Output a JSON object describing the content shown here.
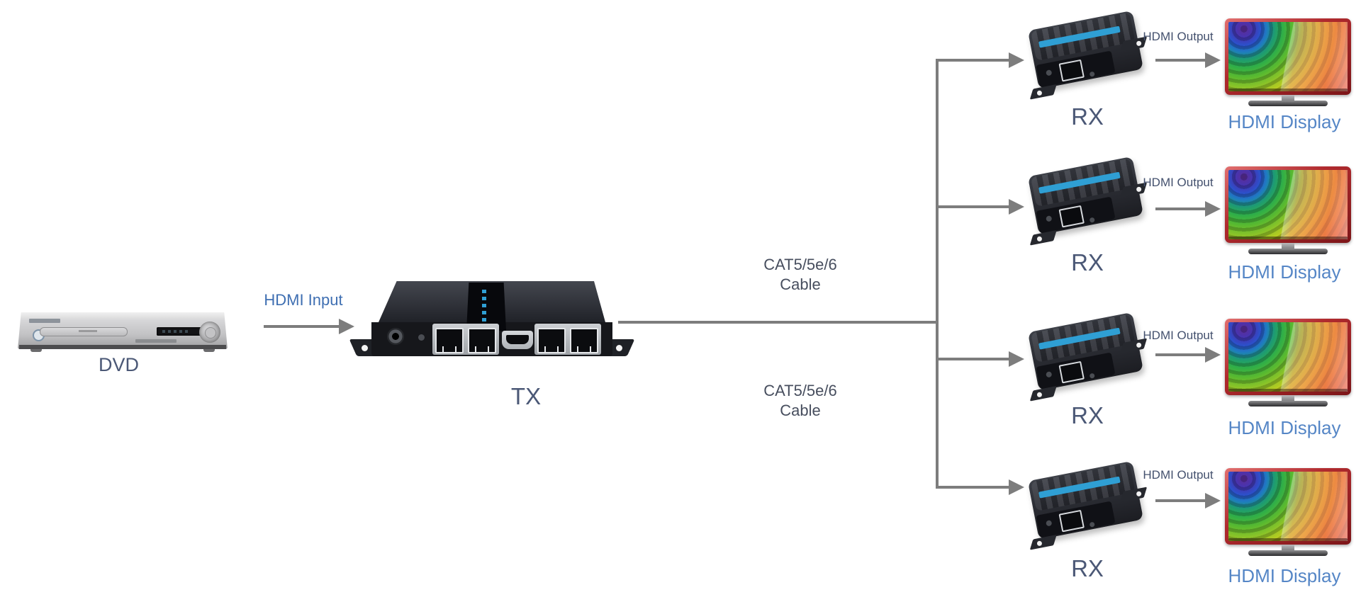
{
  "diagram": {
    "dvd_label": "DVD",
    "input_label": "HDMI Input",
    "tx_label": "TX",
    "cable_labels": [
      {
        "line1": "CAT5/5e/6",
        "line2": "Cable"
      },
      {
        "line1": "CAT5/5e/6",
        "line2": "Cable"
      }
    ],
    "rows": [
      {
        "rx_label": "RX",
        "output_label": "HDMI Output",
        "display_label": "HDMI Display"
      },
      {
        "rx_label": "RX",
        "output_label": "HDMI Output",
        "display_label": "HDMI Display"
      },
      {
        "rx_label": "RX",
        "output_label": "HDMI Output",
        "display_label": "HDMI Display"
      },
      {
        "rx_label": "RX",
        "output_label": "HDMI Output",
        "display_label": "HDMI Display"
      }
    ],
    "colors": {
      "line_gray": "#7d7d7d",
      "input_label_blue": "#3f6fb2",
      "device_label_slate": "#4b5876",
      "cable_label": "#474e5e",
      "output_label": "#44516e",
      "display_label_blue": "#5586c6",
      "rx_stripe_blue": "#2f9fd4",
      "monitor_bezel_red": "#9c2024"
    }
  }
}
